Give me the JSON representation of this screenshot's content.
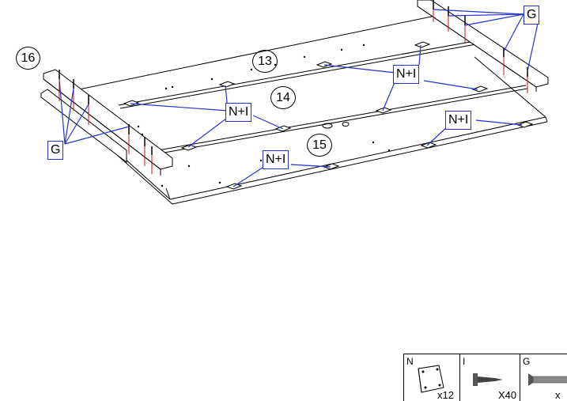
{
  "step_number": "16",
  "part_numbers": {
    "p13": "13",
    "p14": "14",
    "p15": "15"
  },
  "callouts": {
    "g_label": "G",
    "n_i_label": "N+I"
  },
  "legend": {
    "n": {
      "letter": "N",
      "quantity": "x12"
    },
    "i": {
      "letter": "I",
      "quantity": "X40"
    },
    "g": {
      "letter": "G",
      "quantity": "x"
    }
  },
  "colors": {
    "callout": "#2233cc",
    "screw_arrow": "#cc1111",
    "line": "#000000"
  }
}
